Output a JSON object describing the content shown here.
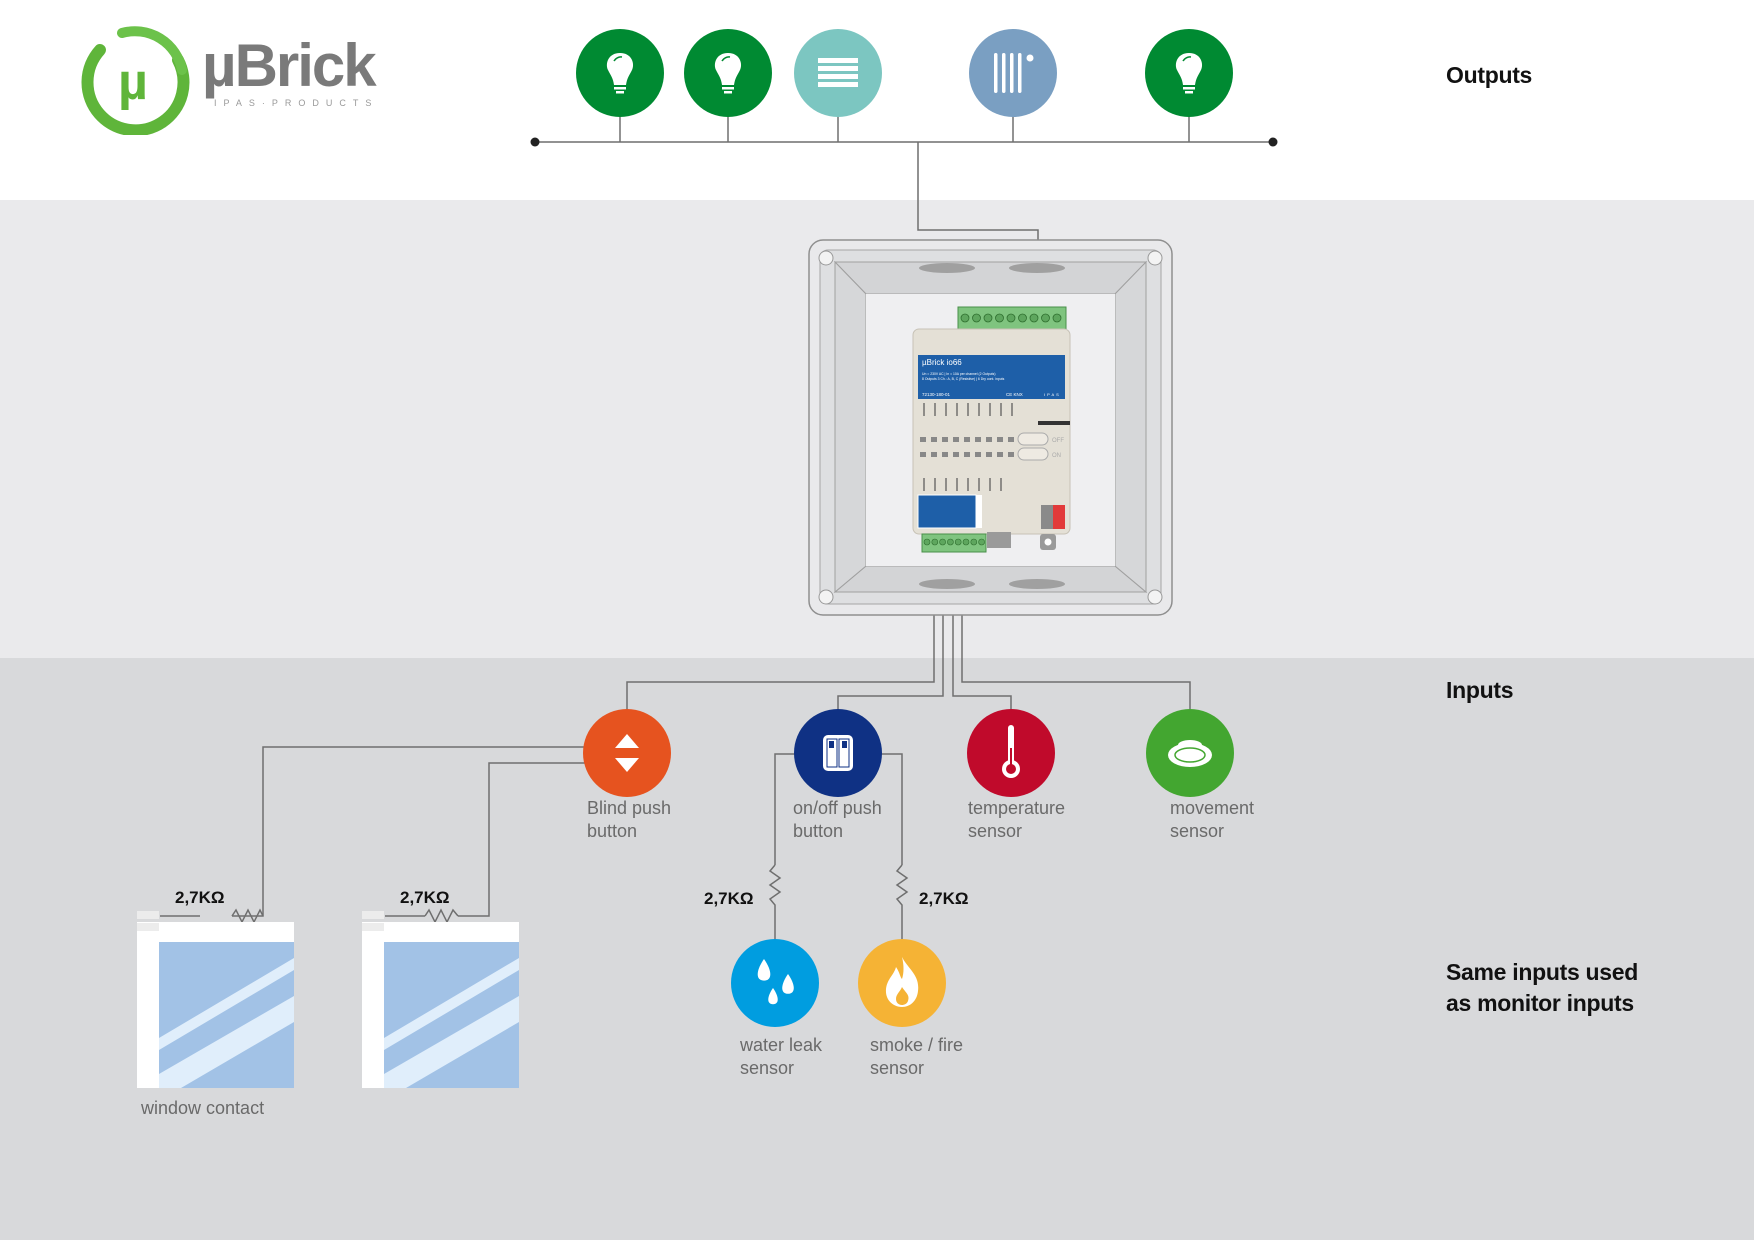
{
  "logo": {
    "brand": "µBrick",
    "mark": "µ",
    "subtitle": "IPAS·PRODUCTS",
    "accent_color": "#5fb53a"
  },
  "sections": {
    "outputs": "Outputs",
    "inputs": "Inputs",
    "monitor_line1": "Same inputs used",
    "monitor_line2": "as monitor inputs"
  },
  "outputs": [
    {
      "icon": "light-bulb-icon",
      "color": "#008a32"
    },
    {
      "icon": "light-bulb-icon",
      "color": "#008a32"
    },
    {
      "icon": "blinds-icon",
      "color": "#7cc6c1"
    },
    {
      "icon": "radiator-icon",
      "color": "#7a9fc2"
    },
    {
      "icon": "light-bulb-icon",
      "color": "#008a32"
    }
  ],
  "device": {
    "name": "µBrick io66",
    "spec_line1": "Un = 230V AC | In = 10A per channel (2 Outputs)",
    "spec_line2": "8 Outputs 3 Ch.: A, B, C (Resistive) | 6 Dry cont. inputs",
    "part_number": "72130-180-01",
    "vendor": "IPAS",
    "marks": "CE KNX",
    "switch_off": "OFF",
    "switch_on": "ON",
    "label_color": "#1e5fa8"
  },
  "inputs": [
    {
      "label_line1": "Blind push",
      "label_line2": "button",
      "icon": "up-down-arrows-icon",
      "color": "#e6531f"
    },
    {
      "label_line1": "on/off push",
      "label_line2": "button",
      "icon": "rocker-switch-icon",
      "color": "#0f3184"
    },
    {
      "label_line1": "temperature",
      "label_line2": "sensor",
      "icon": "thermometer-icon",
      "color": "#c00a2b"
    },
    {
      "label_line1": "movement",
      "label_line2": "sensor",
      "icon": "motion-sensor-icon",
      "color": "#43a630"
    }
  ],
  "monitors": [
    {
      "label_line1": "water leak",
      "label_line2": "sensor",
      "icon": "water-drops-icon",
      "color": "#009de0"
    },
    {
      "label_line1": "smoke / fire",
      "label_line2": "sensor",
      "icon": "flame-icon",
      "color": "#f5b335"
    }
  ],
  "windows": {
    "label": "window contact",
    "glass_color": "#a2c2e6"
  },
  "resistor_value": "2,7KΩ"
}
